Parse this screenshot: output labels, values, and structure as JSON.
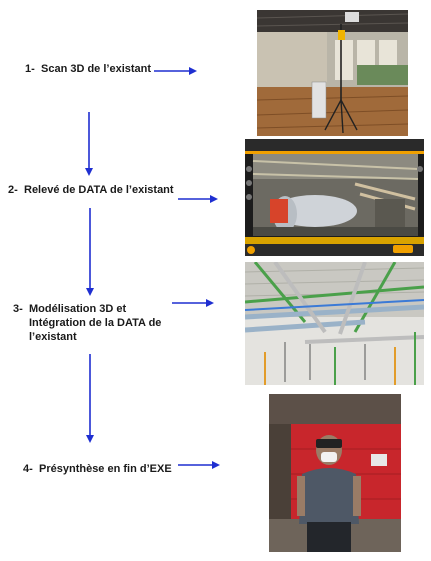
{
  "steps": [
    {
      "num": "1-",
      "text": "Scan 3D de l’existant"
    },
    {
      "num": "2-",
      "text": "Relevé de DATA de l’existant"
    },
    {
      "num": "3-",
      "text": "Modélisation 3D et\nIntégration de la DATA de\nl’existant"
    },
    {
      "num": "4-",
      "text": "Présynthèse en fin d’EXE"
    }
  ],
  "colors": {
    "arrow": "#1f2fd1",
    "text": "#1a1a1a"
  },
  "photos": [
    "laser-scanner-photo",
    "tablet-app-screenshot",
    "bim-pipe-model-render",
    "hololens-worker-photo"
  ]
}
